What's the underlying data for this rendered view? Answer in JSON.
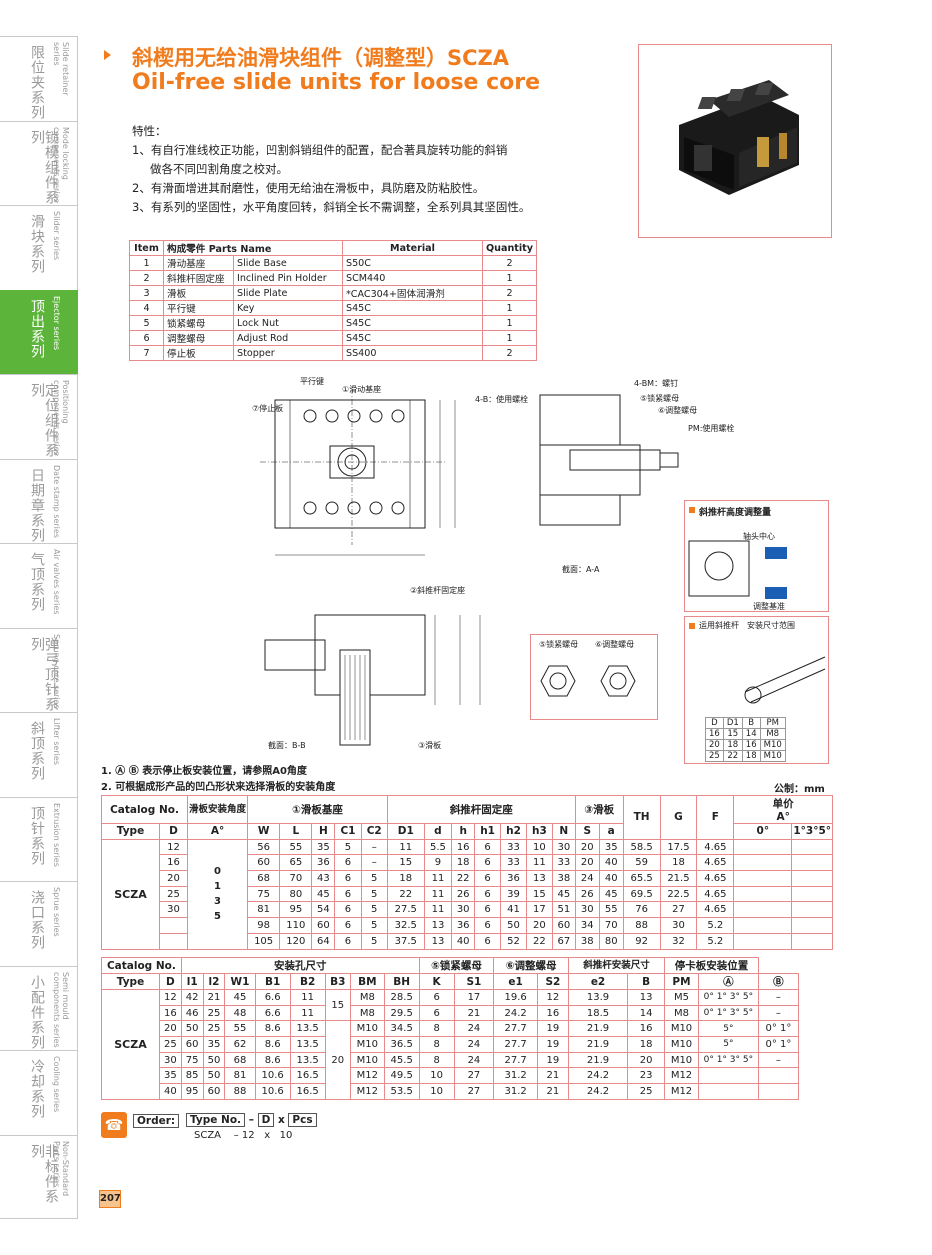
{
  "sidebar": [
    {
      "cn": "限位夹系列",
      "en": "Slide retainer series"
    },
    {
      "cn": "锁模组件系列",
      "en": "Mode locking components series"
    },
    {
      "cn": "滑块系列",
      "en": "Slider series"
    },
    {
      "cn": "顶出系列",
      "en": "Ejector series",
      "active": true
    },
    {
      "cn": "定位组件系列",
      "en": "Positioning components series"
    },
    {
      "cn": "日期章系列",
      "en": "Date stamp series"
    },
    {
      "cn": "气顶系列",
      "en": "Air valves series"
    },
    {
      "cn": "弹弓顶针系列",
      "en": "Sprung core series"
    },
    {
      "cn": "斜顶系列",
      "en": "Lifter series"
    },
    {
      "cn": "顶针系列",
      "en": "Extrusion series"
    },
    {
      "cn": "浇口系列",
      "en": "Sprue series"
    },
    {
      "cn": "小配件系列",
      "en": "Semi mould components series"
    },
    {
      "cn": "冷却系列",
      "en": "Cooling series"
    },
    {
      "cn": "非标件系列",
      "en": "Non-Standard Parts series"
    }
  ],
  "title_cn": "斜楔用无给油滑块组件（调整型）SCZA",
  "title_en": "Oil-free slide units for loose core",
  "features_title": "特性：",
  "features": [
    "1、有自行准线校正功能，凹割斜销组件的配置，配合著具旋转功能的斜销",
    "做各不同凹割角度之校对。",
    "2、有滑面增进其耐磨性，使用无给油在滑板中，具防磨及防粘胶性。",
    "3、有系列的坚固性，水平角度回转，斜销全长不需调整，全系列具其坚固性。"
  ],
  "parts_header": [
    "Item",
    "构成零件 Parts Name",
    "",
    "Material",
    "Quantity"
  ],
  "parts": [
    [
      "1",
      "滑动基座",
      "Slide Base",
      "S50C",
      "2"
    ],
    [
      "2",
      "斜推杆固定座",
      "Inclined Pin Holder",
      "SCM440",
      "1"
    ],
    [
      "3",
      "滑板",
      "Slide Plate",
      "*CAC304+固体润滑剂",
      "2"
    ],
    [
      "4",
      "平行键",
      "Key",
      "S45C",
      "1"
    ],
    [
      "5",
      "锁紧螺母",
      "Lock Nut",
      "S45C",
      "1"
    ],
    [
      "6",
      "调整螺母",
      "Adjust Rod",
      "S45C",
      "1"
    ],
    [
      "7",
      "停止板",
      "Stopper",
      "SS400",
      "2"
    ]
  ],
  "drawing_labels": {
    "key": "平行键",
    "base": "①滑动基座",
    "stopper": "⑦停止板",
    "holder": "②斜推杆固定座",
    "slide": "③滑板",
    "section_bb": "截面：B-B",
    "section_aa": "截面：A-A",
    "bolt_b": "4-B：使用螺栓",
    "bolt_bm": "4-BM：螺钉",
    "locknut": "⑤锁紧螺母",
    "adjnut": "⑥调整螺母",
    "pm": "PM:使用螺栓",
    "height_adj": "斜推杆高度调整量",
    "axis_center": "轴头中心",
    "adj_base": "调整基准",
    "range": "运用斜推杆　安装尺寸范围",
    "nut5": "⑤锁紧螺母",
    "nut6": "⑥调整螺母"
  },
  "range_table": {
    "header": [
      "D",
      "D1",
      "B",
      "PM"
    ],
    "rows": [
      [
        "16",
        "15",
        "14",
        "M8"
      ],
      [
        "20",
        "18",
        "16",
        "M10"
      ],
      [
        "25",
        "22",
        "18",
        "M10"
      ]
    ]
  },
  "notes": [
    "1. Ⓐ Ⓑ 表示停止板安装位置，请参照A0角度",
    "2. 可根据成形产品的凹凸形状来选择滑板的安装角度"
  ],
  "unit": "公制：mm",
  "t1": {
    "head1": [
      "Catalog No.",
      "滑板安装角度",
      "①滑板基座",
      "斜推杆固定座",
      "③滑板",
      "TH",
      "G",
      "F",
      "单价"
    ],
    "head2": [
      "Type",
      "D",
      "A°",
      "W",
      "L",
      "H",
      "C1",
      "C2",
      "D1",
      "d",
      "h",
      "h1",
      "h2",
      "h3",
      "N",
      "S",
      "a",
      "A°"
    ],
    "price_cols": [
      "0°",
      "1°3°5°"
    ],
    "type": "SCZA",
    "angles": [
      "0",
      "1",
      "3",
      "5"
    ],
    "rows": [
      [
        "12",
        "56",
        "55",
        "35",
        "5",
        "–",
        "11",
        "5.5",
        "16",
        "6",
        "33",
        "10",
        "30",
        "20",
        "35",
        "58.5",
        "17.5",
        "4.65"
      ],
      [
        "16",
        "60",
        "65",
        "36",
        "6",
        "–",
        "15",
        "9",
        "18",
        "6",
        "33",
        "11",
        "33",
        "20",
        "40",
        "59",
        "18",
        "4.65"
      ],
      [
        "20",
        "68",
        "70",
        "43",
        "6",
        "5",
        "18",
        "11",
        "22",
        "6",
        "36",
        "13",
        "38",
        "24",
        "40",
        "65.5",
        "21.5",
        "4.65"
      ],
      [
        "25",
        "75",
        "80",
        "45",
        "6",
        "5",
        "22",
        "11",
        "26",
        "6",
        "39",
        "15",
        "45",
        "26",
        "45",
        "69.5",
        "22.5",
        "4.65"
      ],
      [
        "30",
        "81",
        "95",
        "54",
        "6",
        "5",
        "27.5",
        "11",
        "30",
        "6",
        "41",
        "17",
        "51",
        "30",
        "55",
        "76",
        "27",
        "4.65"
      ],
      [
        "",
        "98",
        "110",
        "60",
        "6",
        "5",
        "32.5",
        "13",
        "36",
        "6",
        "50",
        "20",
        "60",
        "34",
        "70",
        "88",
        "30",
        "5.2"
      ],
      [
        "",
        "105",
        "120",
        "64",
        "6",
        "5",
        "37.5",
        "13",
        "40",
        "6",
        "52",
        "22",
        "67",
        "38",
        "80",
        "92",
        "32",
        "5.2"
      ]
    ]
  },
  "t2": {
    "head1": [
      "Catalog No.",
      "安装孔尺寸",
      "⑤锁紧螺母",
      "⑥调整螺母",
      "斜推杆安装尺寸",
      "停卡板安装位置"
    ],
    "head2": [
      "Type",
      "D",
      "l1",
      "l2",
      "W1",
      "B1",
      "B2",
      "B3",
      "BM",
      "BH",
      "K",
      "S1",
      "e1",
      "S2",
      "e2",
      "B",
      "PM",
      "Ⓐ",
      "Ⓑ"
    ],
    "type": "SCZA",
    "rows": [
      [
        "12",
        "42",
        "21",
        "45",
        "6.6",
        "11",
        "",
        "M8",
        "28.5",
        "6",
        "17",
        "19.6",
        "12",
        "13.9",
        "13",
        "M5",
        "0° 1° 3° 5°",
        "–"
      ],
      [
        "16",
        "46",
        "25",
        "48",
        "6.6",
        "11",
        "15",
        "M8",
        "29.5",
        "6",
        "21",
        "24.2",
        "16",
        "18.5",
        "14",
        "M8",
        "0° 1° 3° 5°",
        "–"
      ],
      [
        "20",
        "50",
        "25",
        "55",
        "8.6",
        "13.5",
        "",
        "M10",
        "34.5",
        "8",
        "24",
        "27.7",
        "19",
        "21.9",
        "16",
        "M10",
        "5°",
        "0° 1°"
      ],
      [
        "25",
        "60",
        "35",
        "62",
        "8.6",
        "13.5",
        "",
        "M10",
        "36.5",
        "8",
        "24",
        "27.7",
        "19",
        "21.9",
        "18",
        "M10",
        "5°",
        "0° 1°"
      ],
      [
        "30",
        "75",
        "50",
        "68",
        "8.6",
        "13.5",
        "20",
        "M10",
        "45.5",
        "8",
        "24",
        "27.7",
        "19",
        "21.9",
        "20",
        "M10",
        "0° 1° 3° 5°",
        "–"
      ],
      [
        "35",
        "85",
        "50",
        "81",
        "10.6",
        "16.5",
        "",
        "M12",
        "49.5",
        "10",
        "27",
        "31.2",
        "21",
        "24.2",
        "23",
        "M12",
        "",
        ""
      ],
      [
        "40",
        "95",
        "60",
        "88",
        "10.6",
        "16.5",
        "",
        "M12",
        "53.5",
        "10",
        "27",
        "31.2",
        "21",
        "24.2",
        "25",
        "M12",
        "",
        ""
      ]
    ]
  },
  "order": {
    "label": "Order:",
    "fields": [
      "Type No.",
      "–",
      "D",
      "x",
      "Pcs"
    ],
    "example": [
      "SCZA",
      "– 12",
      "x",
      "10"
    ]
  },
  "page": "207"
}
